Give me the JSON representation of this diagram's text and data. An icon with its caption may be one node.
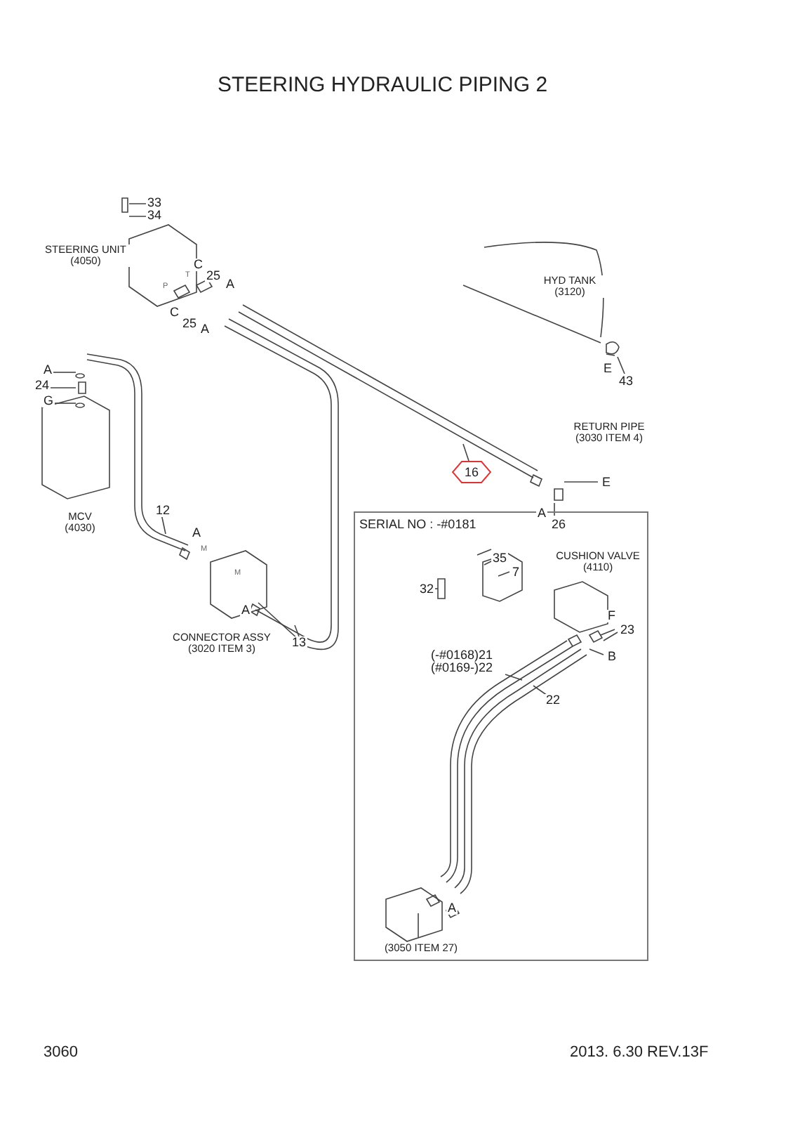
{
  "diagram": {
    "title": "STEERING HYDRAULIC PIPING 2",
    "nodes": [
      {
        "text": [
          "16"
        ]
      },
      {
        "text": [
          "SERIAL NO : -#0181"
        ]
      }
    ],
    "labels": [
      "33",
      "34",
      "STEERING UNIT (4050)",
      "C",
      "25",
      "A",
      "C",
      "25",
      "A",
      "P",
      "T",
      "HYD TANK (3120)",
      "A",
      "24",
      "G",
      "E",
      "43",
      "RETURN PIPE (3030 ITEM 4)",
      "E",
      "A",
      "26",
      "MCV (4030)",
      "12",
      "A",
      "M",
      "M",
      "A",
      "CONNECTOR ASSY (3020 ITEM 3)",
      "13",
      "35",
      "7",
      "32",
      "CUSHION VALVE (4110)",
      "F",
      "23",
      "(-#0168)21",
      "(#0169-)22",
      "B",
      "22",
      "A",
      "(3050 ITEM 27)",
      "3060",
      "2013. 6.30 REV.13F"
    ]
  }
}
